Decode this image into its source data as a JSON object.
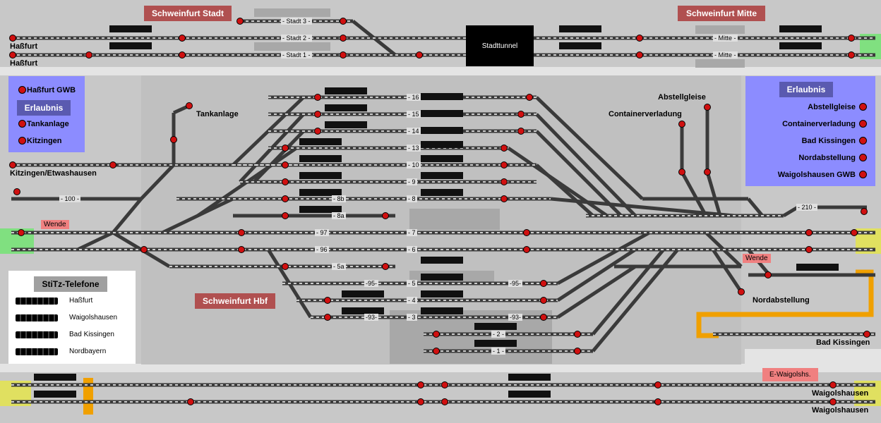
{
  "stations": {
    "schweinfurt_stadt": "Schweinfurt Stadt",
    "schweinfurt_mitte": "Schweinfurt Mitte",
    "schweinfurt_hbf": "Schweinfurt Hbf"
  },
  "tunnel": "Stadttunnel",
  "left_panel": {
    "items": [
      "Haßfurt GWB",
      "Tankanlage",
      "Kitzingen"
    ],
    "button": "Erlaubnis"
  },
  "right_panel": {
    "button": "Erlaubnis",
    "items": [
      "Abstellgleise",
      "Containerverladung",
      "Bad Kissingen",
      "Nordabstellung",
      "Waigolshausen GWB"
    ]
  },
  "phone_panel": {
    "title": "StiTz-Telefone",
    "items": [
      "Haßfurt",
      "Waigolshausen",
      "Bad Kissingen",
      "Nordbayern"
    ]
  },
  "labels": {
    "hassfurt_1": "Haßfurt",
    "hassfurt_2": "Haßfurt",
    "tankanlage": "Tankanlage",
    "kitzingen": "Kitzingen/Etwashausen",
    "abstellgleise": "Abstellgleise",
    "containerverladung": "Containerverladung",
    "nordabstellung": "Nordabstellung",
    "bad_kissingen": "Bad Kissingen",
    "waigolshausen_1": "Waigolshausen",
    "waigolshausen_2": "Waigolshausen",
    "wende_1": "Wende",
    "wende_2": "Wende",
    "e_waigolshs": "E-Waigolshs."
  },
  "tracks": {
    "stadt3": "- Stadt 3 -",
    "stadt2": "- Stadt 2 -",
    "stadt1": "- Stadt 1 -",
    "mitte1": "- Mitte -",
    "mitte2": "- Mitte -",
    "t16": "- 16",
    "t15": "- 15",
    "t14": "- 14",
    "t13": "- 13",
    "t10": "- 10",
    "t9": "- 9",
    "t8": "- 8",
    "t8b": "- 8b",
    "t8a": "- 8a",
    "t7": "- 7",
    "t6": "- 6",
    "t5a": "- 5a",
    "t5": "- 5",
    "t4": "- 4",
    "t3": "- 3",
    "t2": "- 2 -",
    "t1": "- 1 -",
    "t95a": "-95-",
    "t95b": "-95-",
    "t97": "- 97",
    "t96": "- 96",
    "t93a": "-93-",
    "t93b": "-93-",
    "t100": "- 100 -",
    "t210": "- 210 -"
  },
  "colors": {
    "background": "#c8c8c8",
    "track": "#3a3a3a",
    "track_dash": "#ffffff",
    "signal": "#d01010",
    "station_label": "#b05050",
    "panel": "#8c8cff",
    "green_block": "#80e080",
    "yellow_block": "#e0e060",
    "orange_line": "#f0a000"
  }
}
